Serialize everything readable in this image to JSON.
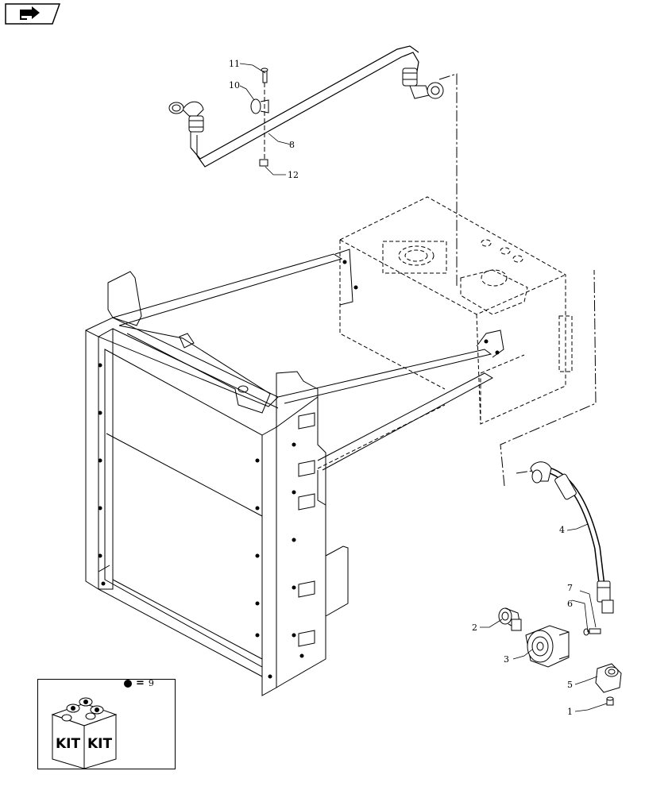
{
  "callouts": [
    {
      "id": "c1",
      "text": "1"
    },
    {
      "id": "c2",
      "text": "2"
    },
    {
      "id": "c3",
      "text": "3"
    },
    {
      "id": "c4",
      "text": "4"
    },
    {
      "id": "c5",
      "text": "5"
    },
    {
      "id": "c6",
      "text": "6"
    },
    {
      "id": "c7",
      "text": "7"
    },
    {
      "id": "c8",
      "text": "8"
    },
    {
      "id": "c10",
      "text": "10"
    },
    {
      "id": "c11",
      "text": "11"
    },
    {
      "id": "c12",
      "text": "12"
    }
  ],
  "kit": {
    "label_left": "KIT",
    "label_right": "KIT",
    "legend_symbol": "=",
    "legend_value": "9"
  },
  "icons": {
    "nav": "back-arrow-icon",
    "kit": "kit-box-icon"
  }
}
